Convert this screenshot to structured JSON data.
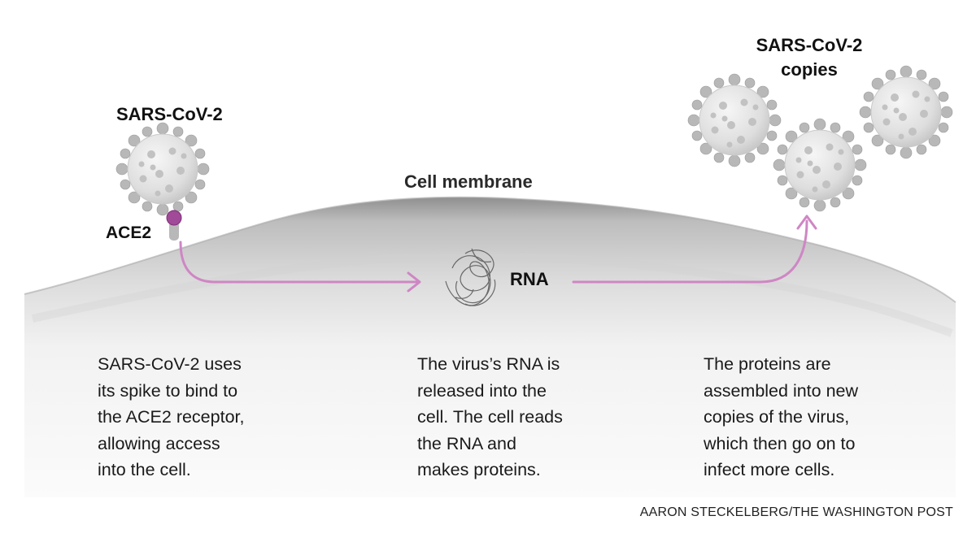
{
  "labels": {
    "virus_left": "SARS-CoV-2",
    "ace2": "ACE2",
    "membrane": "Cell membrane",
    "rna": "RNA",
    "copies": "SARS-CoV-2\ncopies"
  },
  "steps": [
    {
      "text": "SARS-CoV-2 uses\nits spike to bind to\nthe ACE2 receptor,\nallowing access\ninto the cell."
    },
    {
      "text": "The virus’s RNA is\nreleased into the\ncell. The cell reads\nthe RNA and\nmakes proteins."
    },
    {
      "text": "The proteins are\nassembled into new\ncopies of the virus,\nwhich then go on to\ninfect more cells."
    }
  ],
  "credit": "AARON STECKELBERG/THE WASHINGTON POST",
  "colors": {
    "arrow": "#cf86c4",
    "ace2": "#a04a98",
    "virus_body": "#e7e7e7",
    "spike": "#bdbdbd",
    "membrane_top": "#9e9e9e",
    "membrane_mid": "#d6d6d6"
  },
  "icons": [
    "virus-icon",
    "ace2-receptor-icon",
    "rna-strand-icon",
    "arrow-icon"
  ]
}
